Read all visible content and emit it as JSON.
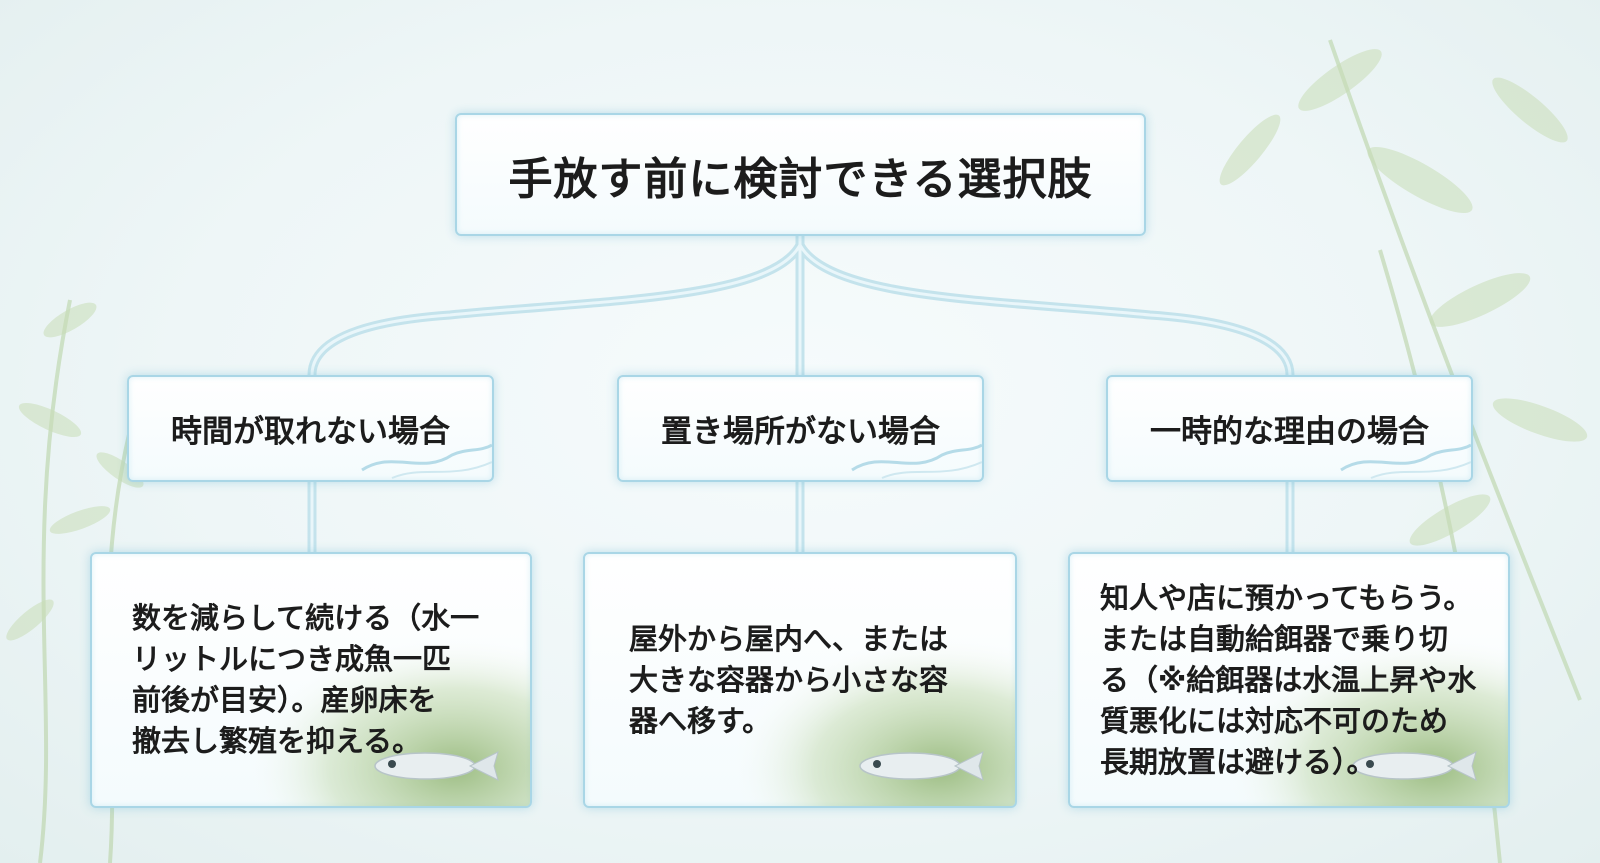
{
  "title": "手放す前に検討できる選択肢",
  "categories": [
    {
      "label": "時間が取れない場合",
      "description": "数を減らして続ける（水一\nリットルにつき成魚一匹\n前後が目安）。産卵床を\n撤去し繁殖を抑える。"
    },
    {
      "label": "置き場所がない場合",
      "description": "屋外から屋内へ、または\n大きな容器から小さな容\n器へ移す。"
    },
    {
      "label": "一時的な理由の場合",
      "description": "知人や店に預かってもらう。\nまたは自動給餌器で乗り切\nる（※給餌器は水温上昇や水\n質悪化には対応不可のため\n長期放置は避ける）。"
    }
  ],
  "colors": {
    "connector": "#bfe0ea",
    "border": "#a9d6e6",
    "text": "#1c1c1c"
  }
}
